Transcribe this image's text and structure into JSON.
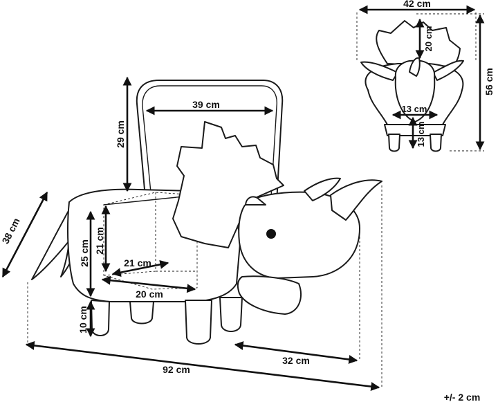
{
  "dimensions": {
    "front_width": "42 cm",
    "front_crest_height": "20 cm",
    "front_overall_height": "56 cm",
    "front_body_width": "13 cm",
    "front_leg_height": "13 cm",
    "lid_width": "39 cm",
    "lid_height": "29 cm",
    "tail_length": "38 cm",
    "seat_height": "25 cm",
    "inner_depth": "21 cm",
    "inner_width": "21 cm",
    "bottom_width": "20 cm",
    "leg_height": "10 cm",
    "overall_length": "92 cm",
    "head_length": "32 cm"
  },
  "tolerance": "+/- 2 cm"
}
